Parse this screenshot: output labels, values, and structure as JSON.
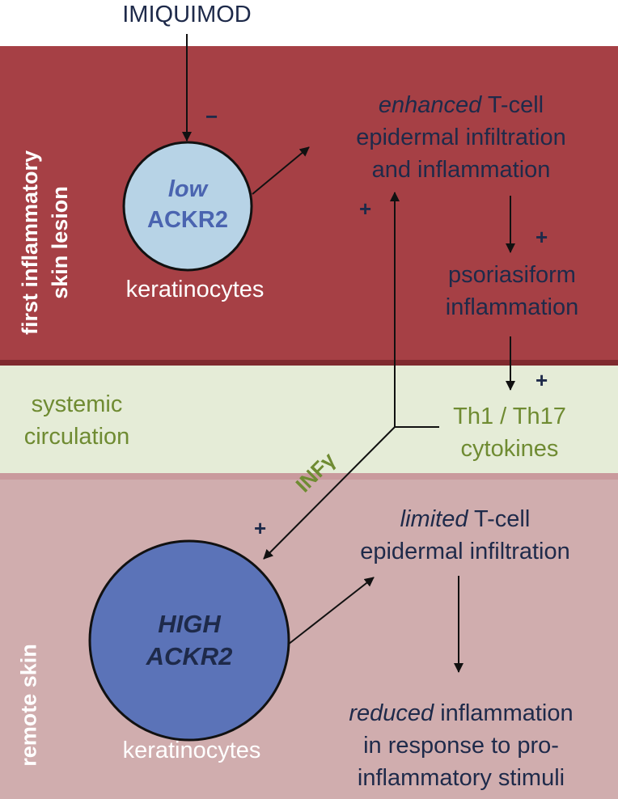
{
  "input": {
    "drug": "IMIQUIMOD"
  },
  "regions": {
    "lesion": {
      "label_line1": "first inflammatory",
      "label_line2": "skin lesion",
      "color": "#a64045"
    },
    "circulation": {
      "label_line1": "systemic",
      "label_line2": "circulation",
      "color": "#e5ecd7"
    },
    "remote": {
      "label": "remote skin",
      "color": "#d0adae"
    }
  },
  "lesion_cell": {
    "level": "low",
    "receptor": "ACKR2",
    "type": "keratinocytes",
    "fill_color": "#b7d3e6",
    "text_color": "#4a64b0"
  },
  "remote_cell": {
    "level": "HIGH",
    "receptor": "ACKR2",
    "type": "keratinocytes",
    "fill_color": "#5b73b8",
    "text_color": "#1e2a4a"
  },
  "lesion_pathway": {
    "infiltration_emph": "enhanced",
    "infiltration_line1_rest": " T-cell",
    "infiltration_line2": "epidermal infiltration",
    "infiltration_line3": "and inflammation",
    "psoriasiform_line1": "psoriasiform",
    "psoriasiform_line2": "inflammation"
  },
  "cytokines": {
    "line1": "Th1 / Th17",
    "line2": "cytokines"
  },
  "mediator": {
    "label": "INFγ"
  },
  "remote_pathway": {
    "infiltration_emph": "limited",
    "infiltration_line1_rest": " T-cell",
    "infiltration_line2": "epidermal infiltration",
    "outcome_emph": "reduced",
    "outcome_line1_rest": " inflammation",
    "outcome_line2": "in response to pro-",
    "outcome_line3": "inflammatory stimuli"
  },
  "signs": {
    "imiquimod_effect": "−",
    "infiltration_feedback": "+",
    "to_psoriasiform": "+",
    "to_cytokines": "+",
    "infg_effect": "+"
  },
  "colors": {
    "navy": "#1e2a4a",
    "green_text": "#6f8b32",
    "white_text": "#ffffff"
  }
}
